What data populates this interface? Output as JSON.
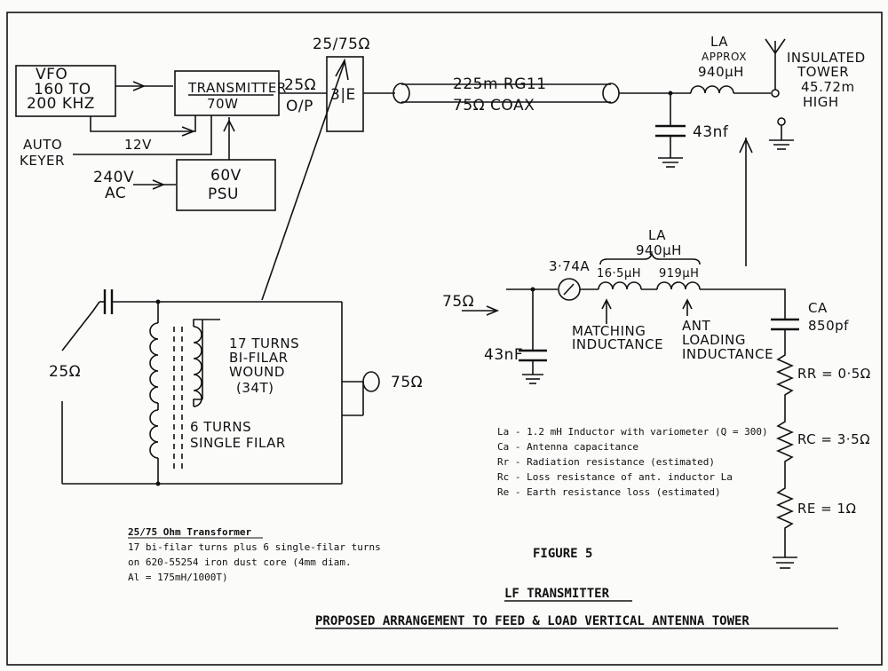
{
  "blocks": {
    "vfo_line1": "VFO",
    "vfo_line2": "160 TO",
    "vfo_line3": "200 KHZ",
    "transmitter_line1": "TRANSMITTER",
    "transmitter_line2": "70W",
    "psu_line1": "60V",
    "psu_line2": "PSU",
    "auto_keyer_line1": "AUTO",
    "auto_keyer_line2": "KEYER",
    "mains_line1": "240V",
    "mains_line2": "AC",
    "supply_12v": "12V",
    "output_impedance": "25Ω",
    "output_label": "O/P",
    "transformer_ratio": "25/75Ω",
    "transformer_symbol": "3|E"
  },
  "coax": {
    "line1": "225m RG11",
    "line2": "75Ω COAX"
  },
  "antenna": {
    "la_label": "LA",
    "la_approx": "APPROX",
    "la_value": "940μH",
    "cap_value": "43nf",
    "tower_line1": "INSULATED",
    "tower_line2": "TOWER",
    "tower_line3": "45.72m",
    "tower_line4": "HIGH"
  },
  "loading": {
    "input_label": "75Ω",
    "ammeter_label": "3·74A",
    "la_label": "LA",
    "la_value": "940μH",
    "l1_value": "16·5μH",
    "l2_value": "919μH",
    "matching_line1": "MATCHING",
    "matching_line2": "INDUCTANCE",
    "ant_line1": "ANT",
    "ant_line2": "LOADING",
    "ant_line3": "INDUCTANCE",
    "cap_value": "43nF",
    "ca_label": "CA",
    "ca_value": "850pf",
    "rr_label": "RR = 0·5Ω",
    "rc_label": "RC = 3·5Ω",
    "re_label": "RE = 1Ω"
  },
  "transformer": {
    "input_label": "25Ω",
    "output_label": "75Ω",
    "bifilar_line1": "17 TURNS",
    "bifilar_line2": "BI-FILAR",
    "bifilar_line3": "WOUND",
    "bifilar_line4": "(34T)",
    "single_line1": "6 TURNS",
    "single_line2": "SINGLE FILAR"
  },
  "legend": [
    "La  -  1.2 mH Inductor with variometer (Q = 300)",
    "Ca  -  Antenna capacitance",
    "Rr  -  Radiation resistance (estimated)",
    "Rc  -  Loss resistance of ant. inductor La",
    "Re  -  Earth resistance loss (estimated)"
  ],
  "transformer_note": {
    "title": "25/75 Ohm Transformer",
    "lines": [
      "17 bi-filar turns plus 6 single-filar turns",
      "on 620-55254 iron dust core (4mm diam.",
      "Al = 175mH/1000T)"
    ]
  },
  "figure": {
    "label": "FIGURE  5",
    "title": "LF TRANSMITTER",
    "subtitle": "PROPOSED ARRANGEMENT TO FEED & LOAD VERTICAL ANTENNA TOWER"
  }
}
